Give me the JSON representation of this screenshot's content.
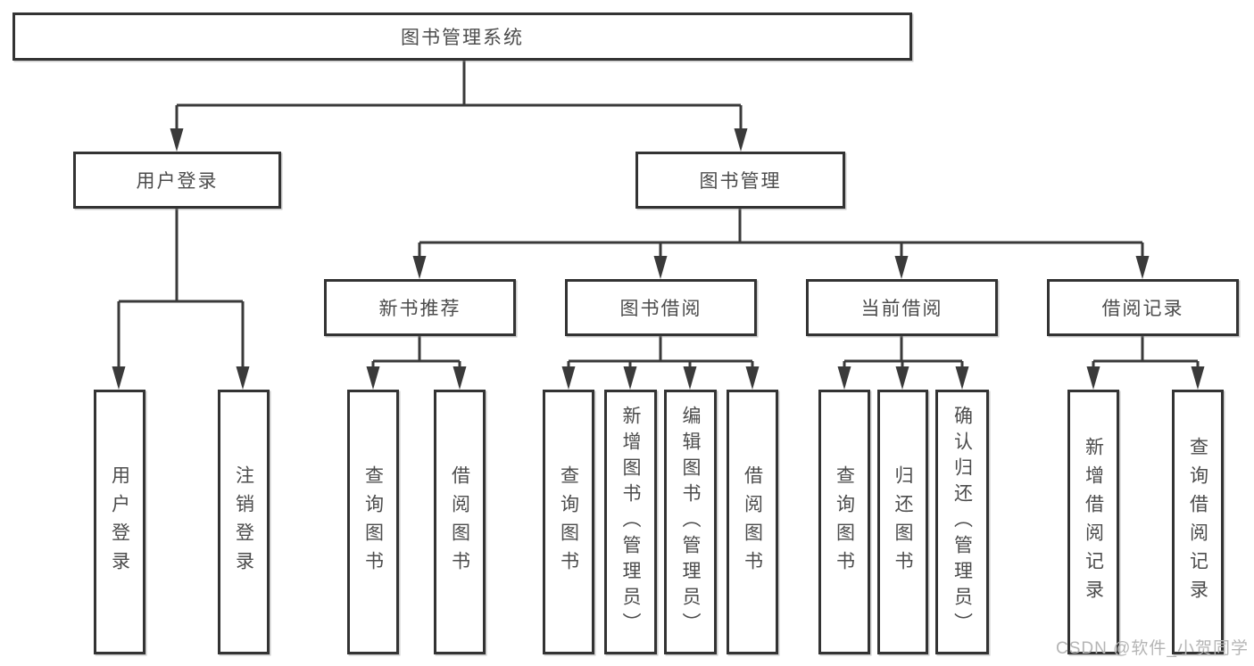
{
  "nodes": {
    "root": "图书管理系统",
    "user_login": "用户登录",
    "book_mgmt": "图书管理",
    "new_book_rec": "新书推荐",
    "book_borrow": "图书借阅",
    "current_borrow": "当前借阅",
    "borrow_records": "借阅记录",
    "ul_login": "用户登录",
    "ul_logout": "注销登录",
    "nb_query": "查询图书",
    "nb_borrow": "借阅图书",
    "bb_query": "查询图书",
    "bb_add": "新增图书（管理员）",
    "bb_edit": "编辑图书（管理员）",
    "bb_borrow": "借阅图书",
    "cb_query": "查询图书",
    "cb_return": "归还图书",
    "cb_confirm": "确认归还（管理员）",
    "br_add": "新增借阅记录",
    "br_query": "查询借阅记录"
  },
  "hierarchy": {
    "图书管理系统": {
      "用户登录": [
        "用户登录",
        "注销登录"
      ],
      "图书管理": {
        "新书推荐": [
          "查询图书",
          "借阅图书"
        ],
        "图书借阅": [
          "查询图书",
          "新增图书（管理员）",
          "编辑图书（管理员）",
          "借阅图书"
        ],
        "当前借阅": [
          "查询图书",
          "归还图书",
          "确认归还（管理员）"
        ],
        "借阅记录": [
          "新增借阅记录",
          "查询借阅记录"
        ]
      }
    }
  },
  "watermark": "CSDN @软件_小贺同学",
  "colors": {
    "line": "#3a3a3a",
    "box_border": "#333333",
    "text": "#4c4c4c",
    "watermark": "#b5b5b5",
    "background": "#ffffff"
  }
}
